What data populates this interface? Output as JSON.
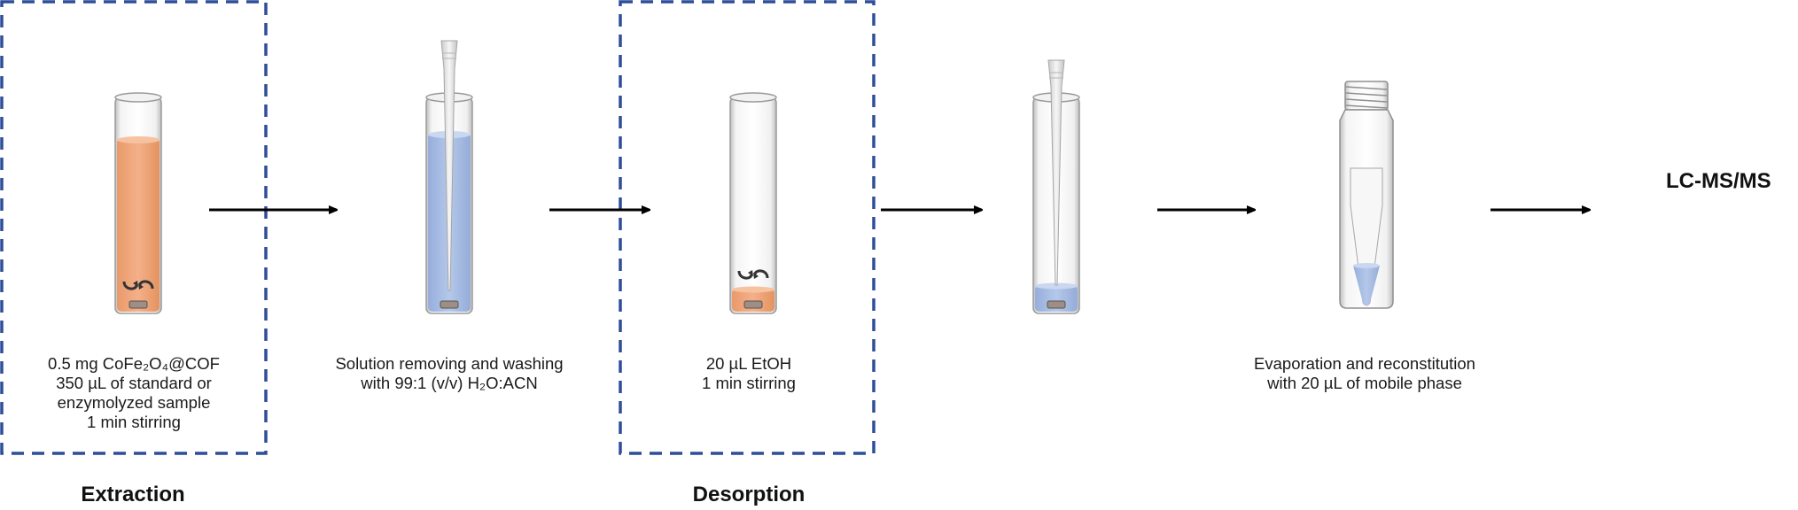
{
  "stages": [
    {
      "caption_lines": [
        "0.5 mg CoFe₂O₄@COF",
        "350 µL of standard or",
        "enzymolyzed sample",
        "1 min stirring"
      ]
    },
    {
      "caption_lines": [
        "Solution removing and washing",
        "with 99:1 (v/v) H₂O:ACN"
      ]
    },
    {
      "caption_lines": [
        "20 µL EtOH",
        "1 min stirring"
      ]
    },
    {
      "caption_lines": []
    },
    {
      "caption_lines": [
        "Evaporation and reconstitution",
        "with 20 µL of mobile phase"
      ]
    }
  ],
  "section_labels": {
    "extraction": "Extraction",
    "desorption": "Desorption"
  },
  "final_step": "LC-MS/MS",
  "colors": {
    "dashed_box": "#2e4e9a",
    "orange_liquid": "#f0a678",
    "blue_liquid": "#a8bde3",
    "arrow": "#000000"
  },
  "icons": [
    "stir-arrows-icon",
    "stir-bar-icon",
    "pipette-tip-icon",
    "screw-cap-vial-icon"
  ]
}
